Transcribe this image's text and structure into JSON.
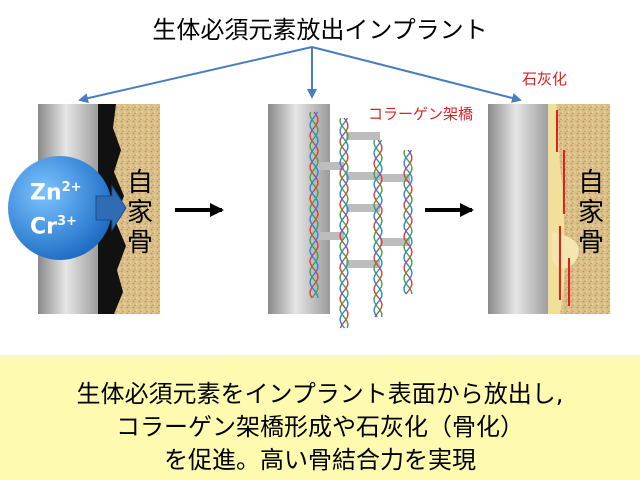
{
  "title": "生体必須元素放出インプラント",
  "labels": {
    "bone_left": [
      "自",
      "家",
      "骨"
    ],
    "bone_right": [
      "自",
      "家",
      "骨"
    ],
    "collagen": "コラーゲン架橋",
    "calcification": "石灰化",
    "ion_zn_base": "Zn",
    "ion_zn_charge": "2+",
    "ion_cr_base": "Cr",
    "ion_cr_charge": "3+"
  },
  "caption": {
    "line1": "生体必須元素をインプラント表面から放出し,",
    "line2": "コラーゲン架橋形成や石灰化（骨化）",
    "line3": "を促進。高い骨結合力を実現"
  },
  "colors": {
    "caption_bg": "#fefab0",
    "arrow_blue": "#4a7dbf",
    "ion_blue": "#1e88e5",
    "red": "#e02020",
    "bone_tan": "#dcc08a"
  }
}
